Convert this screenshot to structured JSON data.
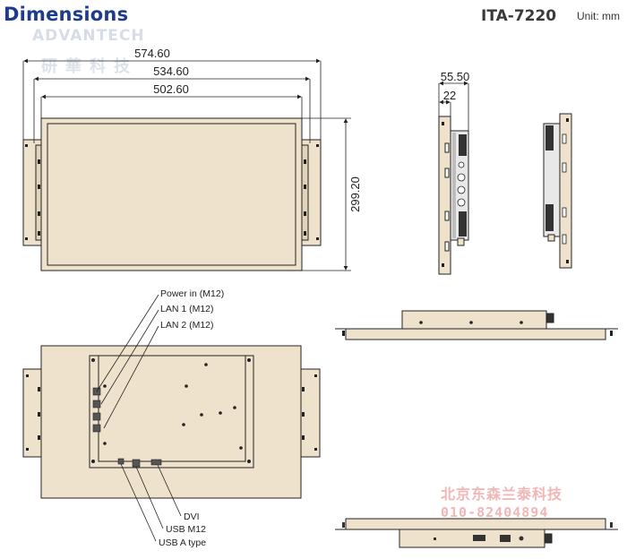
{
  "header": {
    "title": "Dimensions",
    "model": "ITA-7220",
    "unit": "Unit: mm",
    "logo_text": "ADVANTECH",
    "logo_cn": "研華科技"
  },
  "dimensions": {
    "width_overall": "574.60",
    "width_mid": "534.60",
    "width_inner": "502.60",
    "height": "299.20",
    "depth": "55.50",
    "depth_bracket": "22"
  },
  "callouts": {
    "power": "Power in (M12)",
    "lan1": "LAN 1 (M12)",
    "lan2": "LAN 2 (M12)",
    "dvi": "DVI",
    "usb_m12": "USB M12",
    "usb_a": "USB A type"
  },
  "watermark": {
    "company": "北京东森兰泰科技",
    "phone": "010-82404894"
  },
  "colors": {
    "body": "#efe2cc",
    "line": "#222222",
    "title": "#1f3b8c"
  }
}
